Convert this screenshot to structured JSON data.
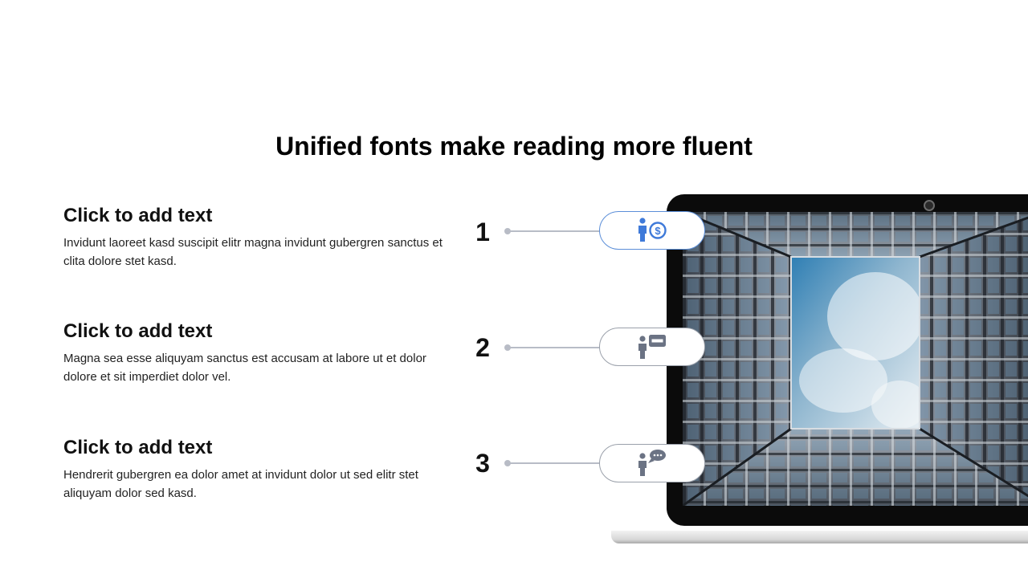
{
  "slide": {
    "title": "Unified fonts make reading more fluent"
  },
  "items": [
    {
      "number": "1",
      "heading": "Click to add text",
      "body": "Invidunt laoreet kasd suscipit elitr magna invidunt gubergren sanctus et clita dolore stet kasd.",
      "icon": "person-dollar-icon",
      "icon_color": "#3f7ad9"
    },
    {
      "number": "2",
      "heading": "Click to add text",
      "body": "Magna sea esse aliquyam sanctus est accusam at labore ut et dolor dolore et sit imperdiet dolor vel.",
      "icon": "person-card-icon",
      "icon_color": "#6b7384"
    },
    {
      "number": "3",
      "heading": "Click to add text",
      "body": "Hendrerit gubergren ea dolor amet at invidunt dolor ut sed elitr stet aliquyam dolor sed kasd.",
      "icon": "person-speech-icon",
      "icon_color": "#6b7384"
    }
  ],
  "colors": {
    "accent": "#3f7ad9",
    "icon_gray": "#6b7384",
    "connector": "#b8bcc6"
  }
}
